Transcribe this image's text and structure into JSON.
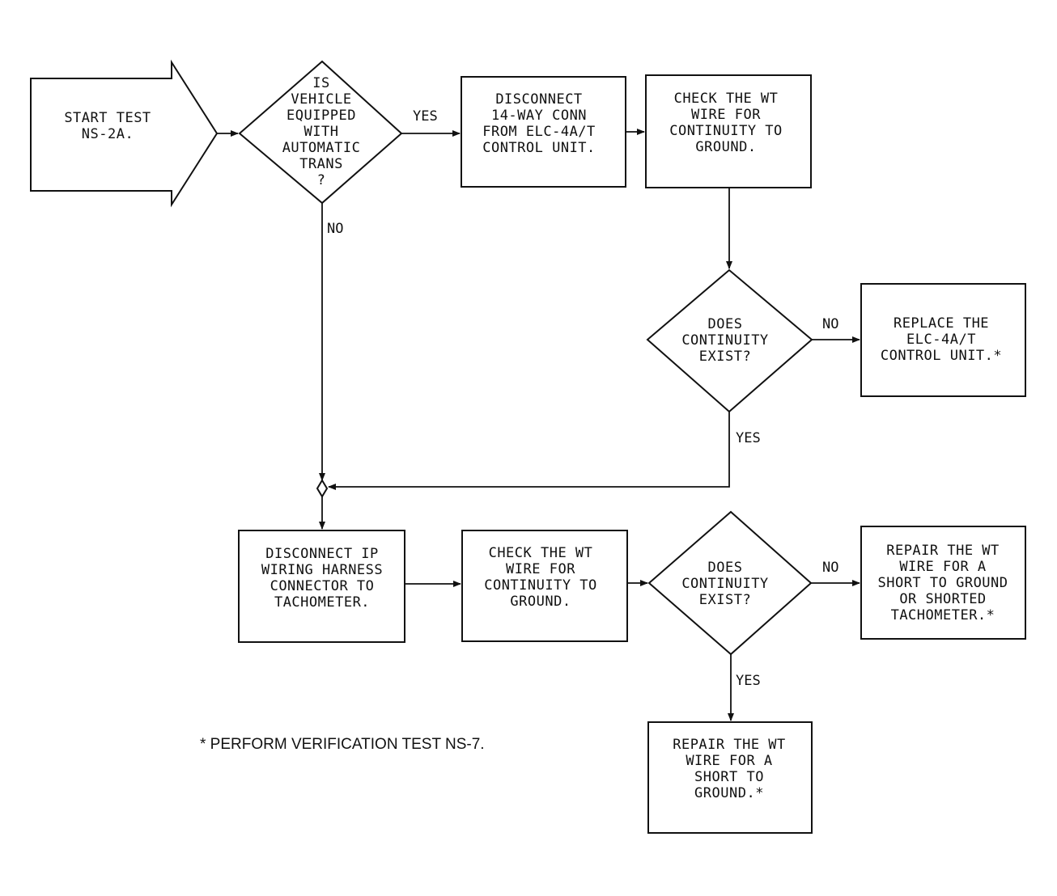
{
  "start": {
    "lines": [
      "START TEST",
      "NS-2A."
    ]
  },
  "decision_trans": {
    "lines": [
      "IS",
      "VEHICLE",
      "EQUIPPED",
      "WITH",
      "AUTOMATIC",
      "TRANS",
      "?"
    ]
  },
  "box_disconnect_14way": {
    "lines": [
      "DISCONNECT",
      "14-WAY CONN",
      "FROM ELC-4A/T",
      "CONTROL UNIT."
    ]
  },
  "box_check_wt_1": {
    "lines": [
      "CHECK THE WT",
      "WIRE FOR",
      "CONTINUITY TO",
      "GROUND."
    ]
  },
  "decision_continuity_1": {
    "lines": [
      "DOES",
      "CONTINUITY",
      "EXIST?"
    ]
  },
  "box_replace_elc": {
    "lines": [
      "REPLACE THE",
      "ELC-4A/T",
      "CONTROL UNIT.*"
    ]
  },
  "box_disconnect_ip": {
    "lines": [
      "DISCONNECT IP",
      "WIRING HARNESS",
      "CONNECTOR TO",
      "TACHOMETER."
    ]
  },
  "box_check_wt_2": {
    "lines": [
      "CHECK THE WT",
      "WIRE FOR",
      "CONTINUITY TO",
      "GROUND."
    ]
  },
  "decision_continuity_2": {
    "lines": [
      "DOES",
      "CONTINUITY",
      "EXIST?"
    ]
  },
  "box_repair_short_or_tach": {
    "lines": [
      "REPAIR THE WT",
      "WIRE FOR A",
      "SHORT TO GROUND",
      "OR SHORTED",
      "TACHOMETER.*"
    ]
  },
  "box_repair_short": {
    "lines": [
      "REPAIR THE WT",
      "WIRE FOR A",
      "SHORT TO",
      "GROUND.*"
    ]
  },
  "edges": {
    "trans_yes": "YES",
    "trans_no": "NO",
    "cont1_no": "NO",
    "cont1_yes": "YES",
    "cont2_no": "NO",
    "cont2_yes": "YES"
  },
  "footnote": "* PERFORM VERIFICATION TEST NS-7."
}
